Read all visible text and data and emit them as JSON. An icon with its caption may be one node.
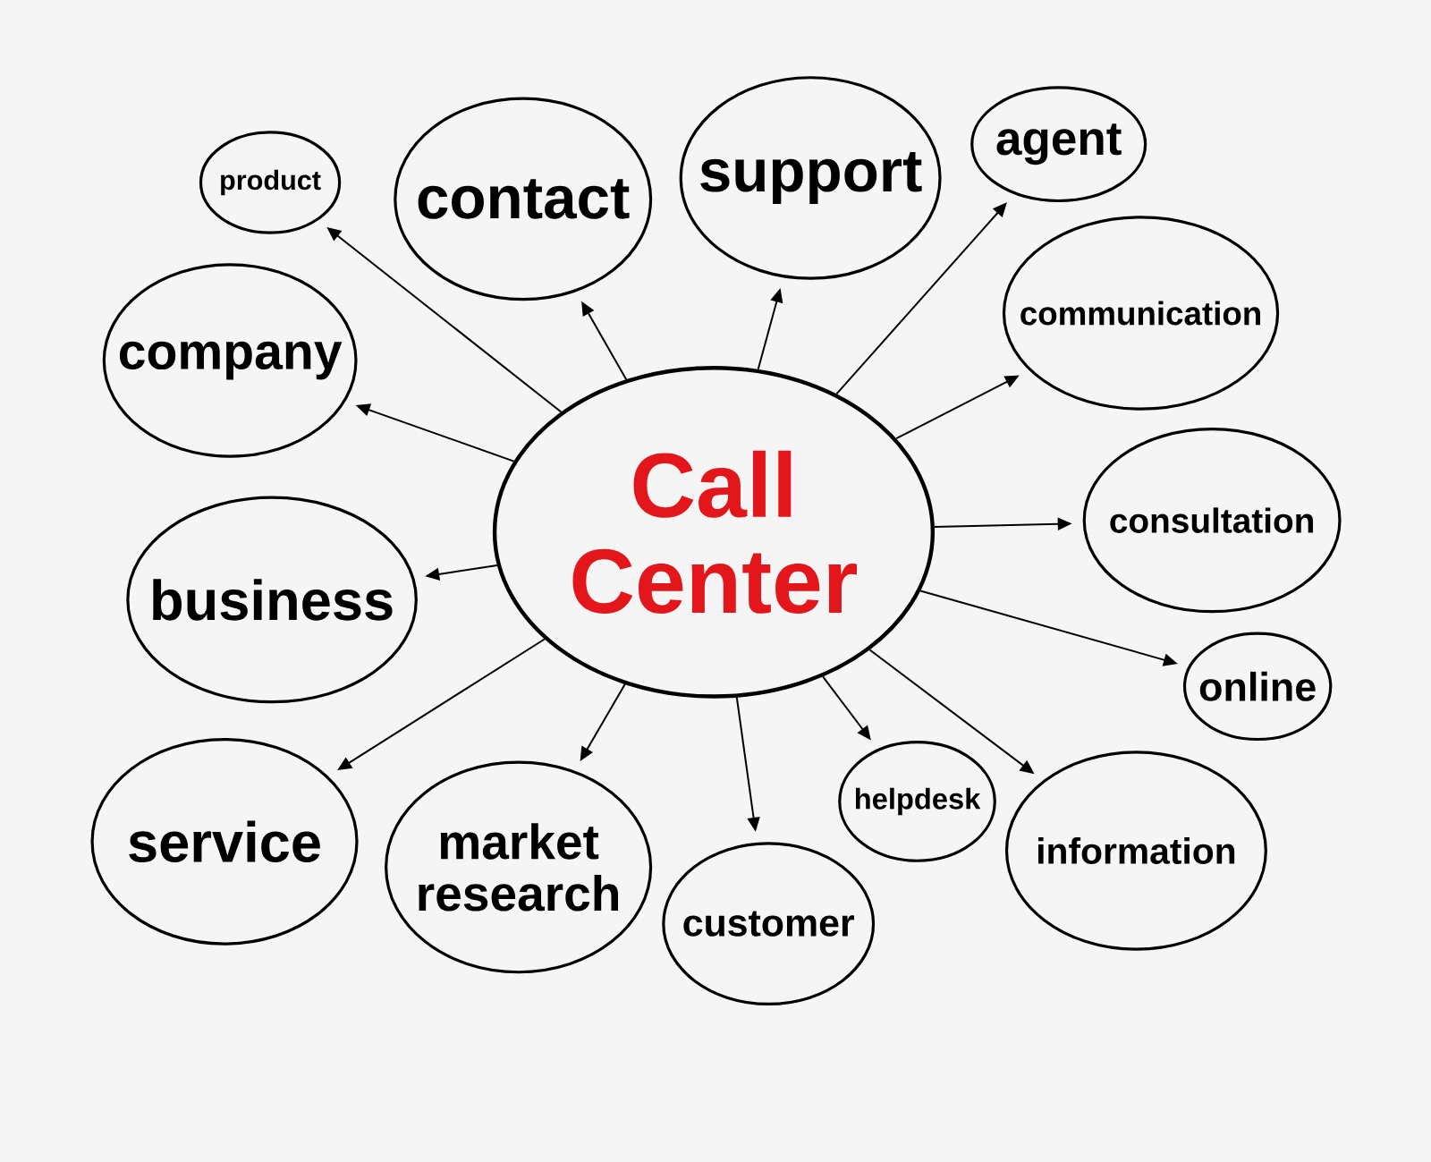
{
  "diagram": {
    "nodes": [
      {
        "text": [
          "Call Center"
        ]
      },
      {
        "text": [
          "product"
        ]
      },
      {
        "text": [
          "contact"
        ]
      },
      {
        "text": [
          "support"
        ]
      },
      {
        "text": [
          "agent"
        ]
      },
      {
        "text": [
          "communication"
        ]
      },
      {
        "text": [
          "company"
        ]
      },
      {
        "text": [
          "consultation"
        ]
      },
      {
        "text": [
          "business"
        ]
      },
      {
        "text": [
          "online"
        ]
      },
      {
        "text": [
          "service"
        ]
      },
      {
        "text": [
          "market research"
        ]
      },
      {
        "text": [
          "helpdesk"
        ]
      },
      {
        "text": [
          "information"
        ]
      },
      {
        "text": [
          "customer"
        ]
      }
    ],
    "edges": [
      {
        "from": 0,
        "to": 1,
        "arrow": "to"
      },
      {
        "from": 0,
        "to": 2,
        "arrow": "to"
      },
      {
        "from": 0,
        "to": 3,
        "arrow": "to"
      },
      {
        "from": 0,
        "to": 4,
        "arrow": "to"
      },
      {
        "from": 0,
        "to": 5,
        "arrow": "to"
      },
      {
        "from": 0,
        "to": 6,
        "arrow": "to"
      },
      {
        "from": 0,
        "to": 7,
        "arrow": "to"
      },
      {
        "from": 0,
        "to": 8,
        "arrow": "to"
      },
      {
        "from": 0,
        "to": 9,
        "arrow": "to"
      },
      {
        "from": 0,
        "to": 10,
        "arrow": "to"
      },
      {
        "from": 0,
        "to": 11,
        "arrow": "to"
      },
      {
        "from": 0,
        "to": 12,
        "arrow": "to"
      },
      {
        "from": 0,
        "to": 13,
        "arrow": "to"
      },
      {
        "from": 0,
        "to": 14,
        "arrow": "to"
      }
    ]
  }
}
